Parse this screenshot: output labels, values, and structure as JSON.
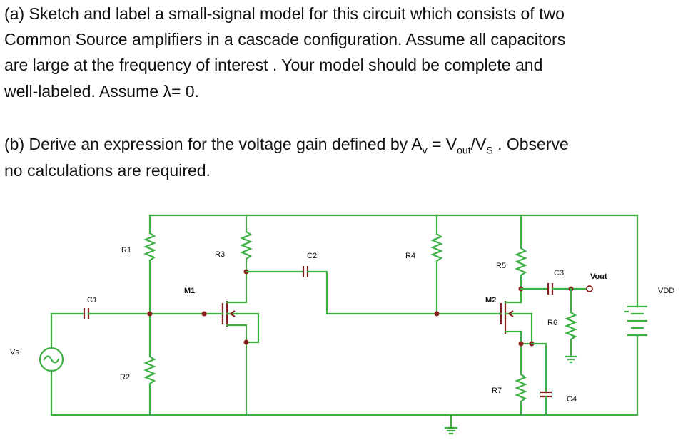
{
  "question": {
    "part_a": [
      "(a) Sketch and label a small-signal model for this circuit which consists of two",
      "Common Source amplifiers in a cascade configuration.  Assume all capacitors",
      "are large at the frequency of interest .  Your model should be complete and",
      "well-labeled.  Assume λ= 0."
    ],
    "part_b": {
      "prefix": "(b) Derive an expression for  the voltage gain defined by A",
      "av_sub": "v",
      "mid1": " = V",
      "vout_sub": "out",
      "mid2": "/V",
      "vs_sub": "S",
      "suffix": " .  Observe",
      "line2": "no calculations are required."
    }
  },
  "circuit": {
    "labels": {
      "r1": "R1",
      "r2": "R2",
      "r3": "R3",
      "r4": "R4",
      "r5": "R5",
      "r6": "R6",
      "r7": "R7",
      "c1": "C1",
      "c2": "C2",
      "c3": "C3",
      "c4": "C4",
      "m1": "M1",
      "m2": "M2",
      "vs": "Vs",
      "vout": "Vout",
      "vdd": "VDD"
    }
  }
}
